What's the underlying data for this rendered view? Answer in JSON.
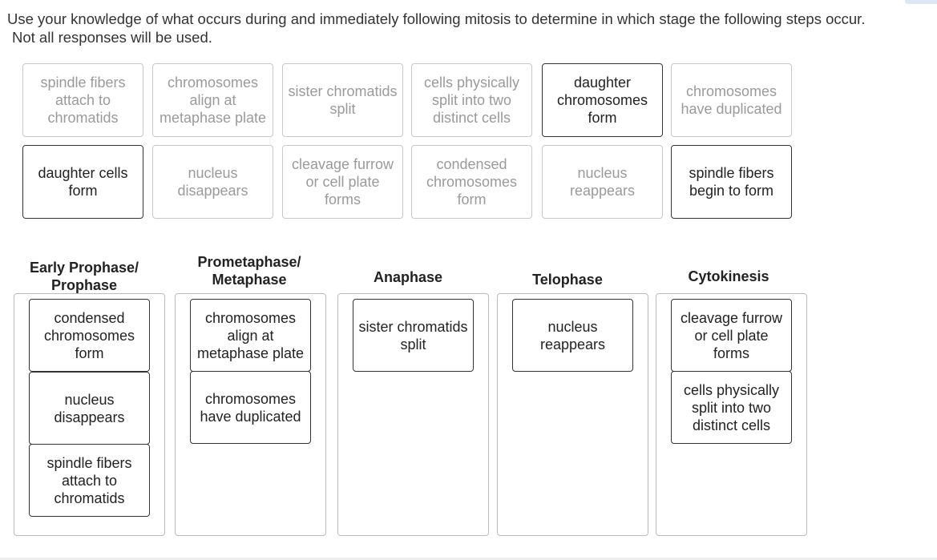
{
  "instructions": {
    "line1": "Use your knowledge of what occurs during and immediately following mitosis to determine in which stage the following steps occur.",
    "line2": "Not all responses will be used."
  },
  "bank": [
    {
      "label": "spindle fibers attach to chromatids",
      "state": "used"
    },
    {
      "label": "chromosomes align at metaphase plate",
      "state": "used"
    },
    {
      "label": "sister chromatids split",
      "state": "used"
    },
    {
      "label": "cells physically split into two distinct cells",
      "state": "used"
    },
    {
      "label": "daughter chromosomes form",
      "state": "available"
    },
    {
      "label": "chromosomes have duplicated",
      "state": "used"
    },
    {
      "label": "daughter cells form",
      "state": "available"
    },
    {
      "label": "nucleus disappears",
      "state": "used"
    },
    {
      "label": "cleavage furrow or cell plate forms",
      "state": "used"
    },
    {
      "label": "condensed chromosomes form",
      "state": "used"
    },
    {
      "label": "nucleus reappears",
      "state": "used"
    },
    {
      "label": "spindle fibers begin to form",
      "state": "available"
    }
  ],
  "columns": [
    {
      "title": "Early Prophase/ Prophase",
      "items": [
        "condensed chromosomes form",
        "nucleus disappears",
        "spindle fibers attach to chromatids"
      ]
    },
    {
      "title": "Prometaphase/ Metaphase",
      "items": [
        "chromosomes align at metaphase plate",
        "chromosomes have duplicated"
      ]
    },
    {
      "title": "Anaphase",
      "items": [
        "sister chromatids split"
      ]
    },
    {
      "title": "Telophase",
      "items": [
        "nucleus reappears"
      ]
    },
    {
      "title": "Cytokinesis",
      "items": [
        "cleavage furrow or cell plate forms",
        "cells physically split into two distinct cells"
      ]
    }
  ],
  "colors": {
    "available_border": "#333333",
    "used_border": "#c8c8c8",
    "used_text": "#9a9a9a",
    "zone_border": "#bcbcbc"
  }
}
